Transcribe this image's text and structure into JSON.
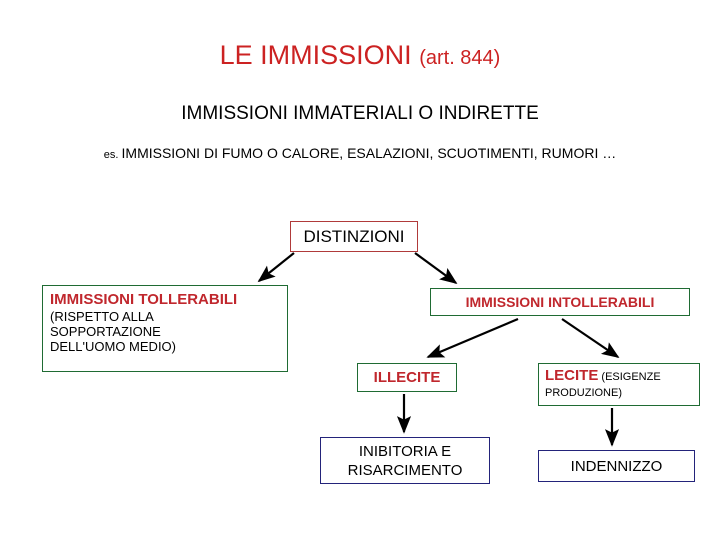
{
  "slide": {
    "background_color": "#ffffff",
    "title": {
      "main": "LE IMMISSIONI ",
      "paren": "(art. 844)",
      "color": "#cc2222"
    },
    "subtitle_1": "IMMISSIONI IMMATERIALI O INDIRETTE",
    "subtitle_2": {
      "prefix": "es. ",
      "text": "IMMISSIONI DI FUMO O CALORE, ESALAZIONI, SCUOTIMENTI, RUMORI …"
    },
    "boxes": {
      "distinzioni": {
        "label": "DISTINZIONI",
        "border_color": "#b03a3a",
        "text_color": "#000000"
      },
      "tollerabili": {
        "heading": "IMMISSIONI TOLLERABILI",
        "body_line_1": "(RISPETTO ALLA",
        "body_line_2": "SOPPORTAZIONE",
        "body_line_3": "DELL'UOMO MEDIO)",
        "border_color": "#1f6b33",
        "heading_color": "#c0272d",
        "body_color": "#000000"
      },
      "intollerabili": {
        "label": "IMMISSIONI INTOLLERABILI",
        "border_color": "#1f6b33",
        "text_color": "#c0272d"
      },
      "illecite": {
        "label": "ILLECITE",
        "border_color": "#1f6b33",
        "text_color": "#c0272d"
      },
      "lecite": {
        "label": "LECITE",
        "paren_line_1": " (ESIGENZE",
        "paren_line_2": "PRODUZIONE)",
        "border_color": "#1f6b33",
        "text_color": "#c0272d",
        "paren_color": "#000000"
      },
      "inibitoria": {
        "line_1": "INIBITORIA E",
        "line_2": "RISARCIMENTO",
        "border_color": "#23237a",
        "text_color": "#000000"
      },
      "indennizzo": {
        "label": "INDENNIZZO",
        "border_color": "#23237a",
        "text_color": "#000000"
      }
    },
    "arrows": {
      "color": "#000000",
      "items": [
        {
          "name": "distinzioni-to-tollerabili",
          "from": "distinzioni",
          "to": "tollerabili"
        },
        {
          "name": "distinzioni-to-intollerabili",
          "from": "distinzioni",
          "to": "intollerabili"
        },
        {
          "name": "intollerabili-to-illecite",
          "from": "intollerabili",
          "to": "illecite"
        },
        {
          "name": "intollerabili-to-lecite",
          "from": "intollerabili",
          "to": "lecite"
        },
        {
          "name": "illecite-to-inibitoria",
          "from": "illecite",
          "to": "inibitoria"
        },
        {
          "name": "lecite-to-indennizzo",
          "from": "lecite",
          "to": "indennizzo"
        }
      ]
    }
  }
}
